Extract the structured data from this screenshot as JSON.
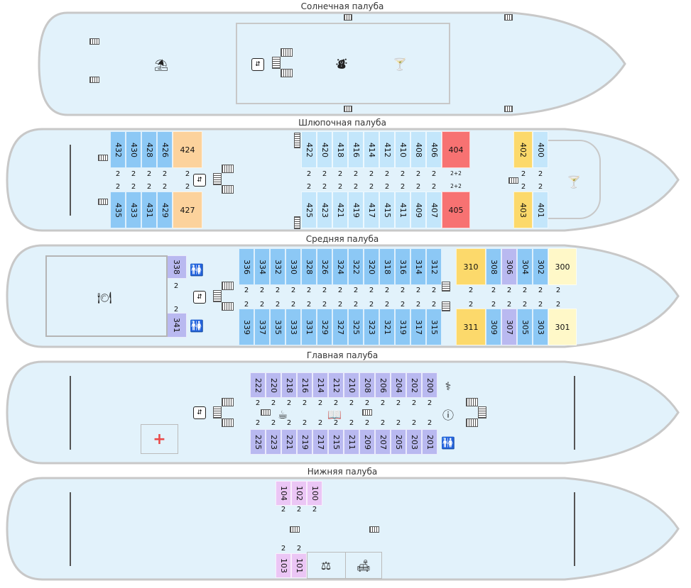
{
  "colors": {
    "hull_fill": "#e2f2fb",
    "hull_stroke": "#c8c8c8",
    "blue": "#8cc8f5",
    "light_blue": "#c3e6fb",
    "violet": "#b9b9f0",
    "orange": "#fcd29c",
    "red": "#f77272",
    "yellow": "#fcd96b",
    "pale_yellow": "#fff8c8",
    "lilac": "#ebc6f5"
  },
  "decks": [
    {
      "id": "sun",
      "title": "Солнечная палуба"
    },
    {
      "id": "boat",
      "title": "Шлюпочная палуба"
    },
    {
      "id": "middle",
      "title": "Средняя палуба"
    },
    {
      "id": "main",
      "title": "Главная палуба"
    },
    {
      "id": "lower",
      "title": "Нижняя палуба"
    }
  ],
  "cabins": [
    {
      "n": "432",
      "color": "blue",
      "v": true,
      "b": "2"
    },
    {
      "n": "430",
      "color": "blue",
      "v": true,
      "b": "2"
    },
    {
      "n": "428",
      "color": "blue",
      "v": true,
      "b": "2"
    },
    {
      "n": "426",
      "color": "blue",
      "v": true,
      "b": "2"
    },
    {
      "n": "424",
      "color": "orange",
      "v": false,
      "b": "2"
    },
    {
      "n": "435",
      "color": "blue",
      "v": true,
      "b": "2"
    },
    {
      "n": "433",
      "color": "blue",
      "v": true,
      "b": "2"
    },
    {
      "n": "431",
      "color": "blue",
      "v": true,
      "b": "2"
    },
    {
      "n": "429",
      "color": "blue",
      "v": true,
      "b": "2"
    },
    {
      "n": "427",
      "color": "orange",
      "v": false,
      "b": "2"
    },
    {
      "n": "422",
      "color": "light_blue",
      "v": true,
      "b": "2"
    },
    {
      "n": "420",
      "color": "light_blue",
      "v": true,
      "b": "2"
    },
    {
      "n": "418",
      "color": "light_blue",
      "v": true,
      "b": "2"
    },
    {
      "n": "416",
      "color": "light_blue",
      "v": true,
      "b": "2"
    },
    {
      "n": "414",
      "color": "light_blue",
      "v": true,
      "b": "2"
    },
    {
      "n": "412",
      "color": "light_blue",
      "v": true,
      "b": "2"
    },
    {
      "n": "410",
      "color": "light_blue",
      "v": true,
      "b": "2"
    },
    {
      "n": "408",
      "color": "light_blue",
      "v": true,
      "b": "2"
    },
    {
      "n": "406",
      "color": "light_blue",
      "v": true,
      "b": "2"
    },
    {
      "n": "404",
      "color": "red",
      "v": false,
      "b": "2+2"
    },
    {
      "n": "425",
      "color": "light_blue",
      "v": true,
      "b": "2"
    },
    {
      "n": "423",
      "color": "light_blue",
      "v": true,
      "b": "2"
    },
    {
      "n": "421",
      "color": "light_blue",
      "v": true,
      "b": "2"
    },
    {
      "n": "419",
      "color": "light_blue",
      "v": true,
      "b": "2"
    },
    {
      "n": "417",
      "color": "light_blue",
      "v": true,
      "b": "2"
    },
    {
      "n": "415",
      "color": "light_blue",
      "v": true,
      "b": "2"
    },
    {
      "n": "411",
      "color": "light_blue",
      "v": true,
      "b": "2"
    },
    {
      "n": "409",
      "color": "light_blue",
      "v": true,
      "b": "2"
    },
    {
      "n": "407",
      "color": "light_blue",
      "v": true,
      "b": "2"
    },
    {
      "n": "405",
      "color": "red",
      "v": false,
      "b": "2+2"
    },
    {
      "n": "402",
      "color": "yellow",
      "v": true,
      "b": "2"
    },
    {
      "n": "400",
      "color": "light_blue",
      "v": true,
      "b": "2"
    },
    {
      "n": "403",
      "color": "yellow",
      "v": true,
      "b": "2"
    },
    {
      "n": "401",
      "color": "light_blue",
      "v": true,
      "b": "2"
    },
    {
      "n": "338",
      "color": "violet",
      "v": true,
      "b": "2"
    },
    {
      "n": "341",
      "color": "violet",
      "v": true,
      "b": "2"
    },
    {
      "n": "336",
      "color": "blue",
      "v": true,
      "b": "2"
    },
    {
      "n": "334",
      "color": "blue",
      "v": true,
      "b": "2"
    },
    {
      "n": "332",
      "color": "blue",
      "v": true,
      "b": "2"
    },
    {
      "n": "330",
      "color": "blue",
      "v": true,
      "b": "2"
    },
    {
      "n": "328",
      "color": "blue",
      "v": true,
      "b": "2"
    },
    {
      "n": "326",
      "color": "blue",
      "v": true,
      "b": "2"
    },
    {
      "n": "324",
      "color": "blue",
      "v": true,
      "b": "2"
    },
    {
      "n": "322",
      "color": "blue",
      "v": true,
      "b": "2"
    },
    {
      "n": "320",
      "color": "blue",
      "v": true,
      "b": "2"
    },
    {
      "n": "318",
      "color": "blue",
      "v": true,
      "b": "2"
    },
    {
      "n": "316",
      "color": "blue",
      "v": true,
      "b": "2"
    },
    {
      "n": "314",
      "color": "blue",
      "v": true,
      "b": "2"
    },
    {
      "n": "312",
      "color": "blue",
      "v": true,
      "b": "2"
    },
    {
      "n": "339",
      "color": "blue",
      "v": true,
      "b": "2"
    },
    {
      "n": "337",
      "color": "blue",
      "v": true,
      "b": "2"
    },
    {
      "n": "335",
      "color": "blue",
      "v": true,
      "b": "2"
    },
    {
      "n": "333",
      "color": "blue",
      "v": true,
      "b": "2"
    },
    {
      "n": "331",
      "color": "blue",
      "v": true,
      "b": "2"
    },
    {
      "n": "329",
      "color": "blue",
      "v": true,
      "b": "2"
    },
    {
      "n": "327",
      "color": "blue",
      "v": true,
      "b": "2"
    },
    {
      "n": "325",
      "color": "blue",
      "v": true,
      "b": "2"
    },
    {
      "n": "323",
      "color": "blue",
      "v": true,
      "b": "2"
    },
    {
      "n": "321",
      "color": "blue",
      "v": true,
      "b": "2"
    },
    {
      "n": "319",
      "color": "blue",
      "v": true,
      "b": "2"
    },
    {
      "n": "317",
      "color": "blue",
      "v": true,
      "b": "2"
    },
    {
      "n": "315",
      "color": "blue",
      "v": true,
      "b": "2"
    },
    {
      "n": "310",
      "color": "yellow",
      "v": false,
      "b": "2"
    },
    {
      "n": "308",
      "color": "blue",
      "v": true,
      "b": "2"
    },
    {
      "n": "306",
      "color": "violet",
      "v": true,
      "b": "2"
    },
    {
      "n": "304",
      "color": "blue",
      "v": true,
      "b": "2"
    },
    {
      "n": "302",
      "color": "blue",
      "v": true,
      "b": "2"
    },
    {
      "n": "300",
      "color": "pale_yellow",
      "v": false,
      "b": "2"
    },
    {
      "n": "311",
      "color": "yellow",
      "v": false,
      "b": "2"
    },
    {
      "n": "309",
      "color": "blue",
      "v": true,
      "b": "2"
    },
    {
      "n": "307",
      "color": "violet",
      "v": true,
      "b": "2"
    },
    {
      "n": "305",
      "color": "blue",
      "v": true,
      "b": "2"
    },
    {
      "n": "303",
      "color": "blue",
      "v": true,
      "b": "2"
    },
    {
      "n": "301",
      "color": "pale_yellow",
      "v": false,
      "b": "2"
    },
    {
      "n": "222",
      "color": "violet",
      "v": true,
      "b": "2"
    },
    {
      "n": "220",
      "color": "violet",
      "v": true,
      "b": "2"
    },
    {
      "n": "218",
      "color": "violet",
      "v": true,
      "b": "2"
    },
    {
      "n": "216",
      "color": "violet",
      "v": true,
      "b": "2"
    },
    {
      "n": "214",
      "color": "violet",
      "v": true,
      "b": "2"
    },
    {
      "n": "212",
      "color": "violet",
      "v": true,
      "b": "2"
    },
    {
      "n": "210",
      "color": "violet",
      "v": true,
      "b": "2"
    },
    {
      "n": "208",
      "color": "violet",
      "v": true,
      "b": "2"
    },
    {
      "n": "206",
      "color": "violet",
      "v": true,
      "b": "2"
    },
    {
      "n": "204",
      "color": "violet",
      "v": true,
      "b": "2"
    },
    {
      "n": "202",
      "color": "violet",
      "v": true,
      "b": "2"
    },
    {
      "n": "200",
      "color": "violet",
      "v": true,
      "b": "2"
    },
    {
      "n": "225",
      "color": "violet",
      "v": true,
      "b": "2"
    },
    {
      "n": "223",
      "color": "violet",
      "v": true,
      "b": "2"
    },
    {
      "n": "221",
      "color": "violet",
      "v": true,
      "b": "2"
    },
    {
      "n": "219",
      "color": "violet",
      "v": true,
      "b": "2"
    },
    {
      "n": "217",
      "color": "violet",
      "v": true,
      "b": "2"
    },
    {
      "n": "215",
      "color": "violet",
      "v": true,
      "b": "2"
    },
    {
      "n": "211",
      "color": "violet",
      "v": true,
      "b": "2"
    },
    {
      "n": "209",
      "color": "violet",
      "v": true,
      "b": "2"
    },
    {
      "n": "207",
      "color": "violet",
      "v": true,
      "b": "2"
    },
    {
      "n": "205",
      "color": "violet",
      "v": true,
      "b": "2"
    },
    {
      "n": "203",
      "color": "violet",
      "v": true,
      "b": "2"
    },
    {
      "n": "201",
      "color": "violet",
      "v": true,
      "b": "2"
    },
    {
      "n": "104",
      "color": "lilac",
      "v": true,
      "b": "2"
    },
    {
      "n": "102",
      "color": "lilac",
      "v": true,
      "b": "2"
    },
    {
      "n": "100",
      "color": "lilac",
      "v": true,
      "b": "2"
    },
    {
      "n": "103",
      "color": "lilac",
      "v": true,
      "b": "2"
    },
    {
      "n": "101",
      "color": "lilac",
      "v": true,
      "b": "2"
    }
  ],
  "icons": [
    "beach-umbrella-icon",
    "elevator-icon",
    "conference-icon",
    "cocktail-icon",
    "restaurant-icon",
    "toilet-icon",
    "bar-icon",
    "cafe-icon",
    "library-icon",
    "info-icon",
    "medical-icon",
    "gym-icon",
    "sofa-icon",
    "massage-icon",
    "stairs-icon"
  ]
}
